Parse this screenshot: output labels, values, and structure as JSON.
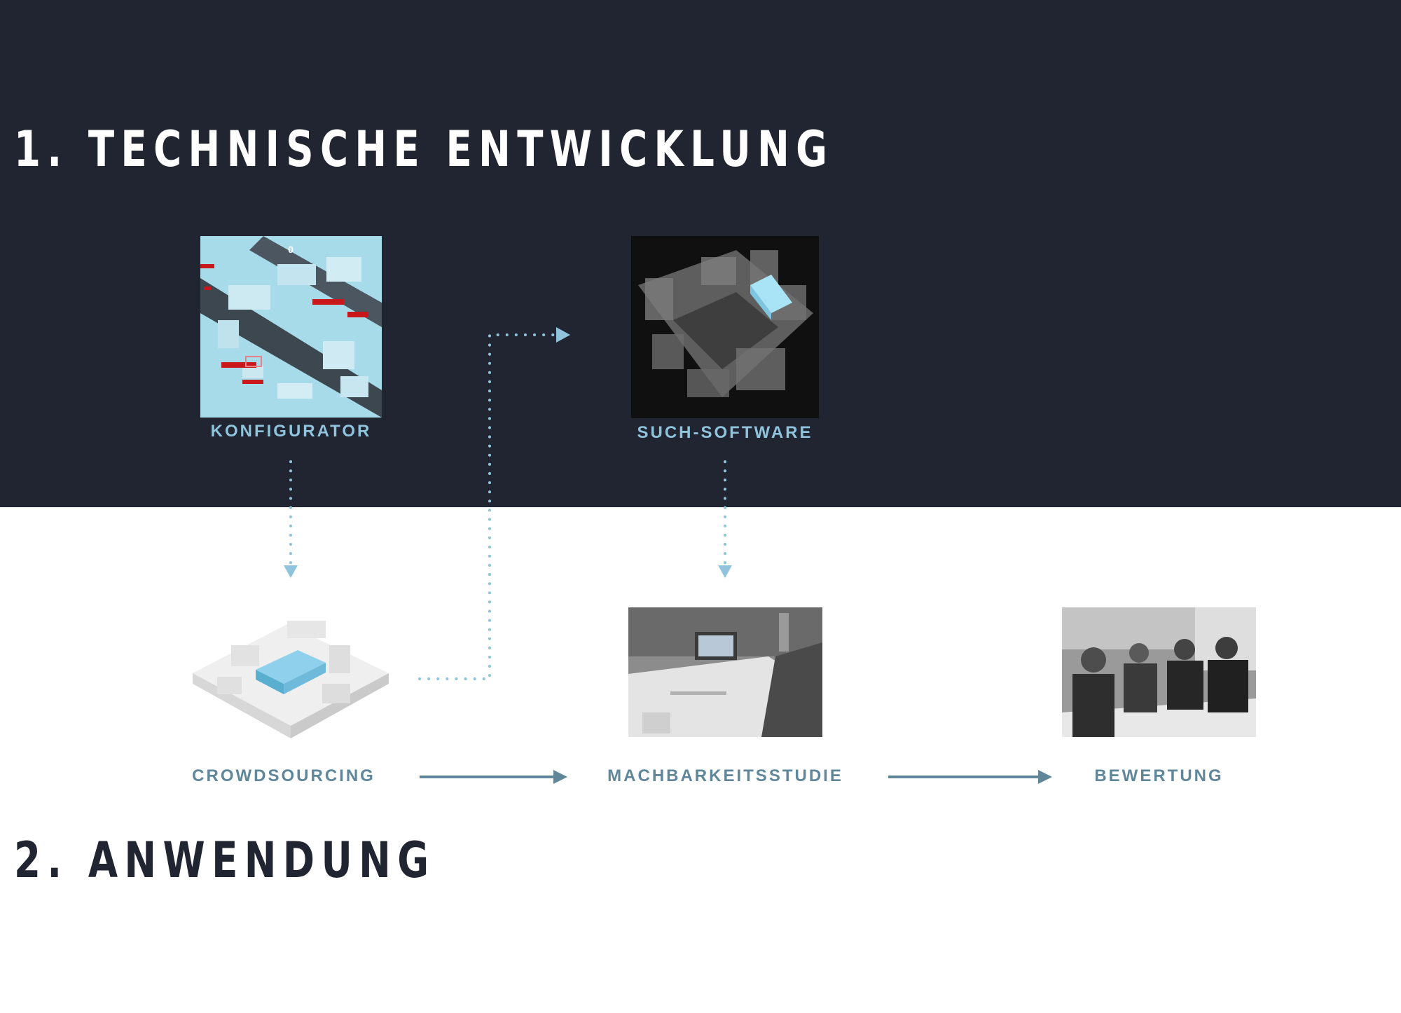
{
  "sections": {
    "technical": {
      "heading": "1. TECHNISCHE ENTWICKLUNG"
    },
    "application": {
      "heading": "2. ANWENDUNG"
    }
  },
  "nodes": {
    "konfigurator": {
      "label": "KONFIGURATOR",
      "counter": "0"
    },
    "such_software": {
      "label": "SUCH-SOFTWARE"
    },
    "crowdsourcing": {
      "label": "CROWDSOURCING"
    },
    "machbarkeitsstudie": {
      "label": "MACHBARKEITSSTUDIE"
    },
    "bewertung": {
      "label": "BEWERTUNG"
    }
  },
  "connections": [
    {
      "from": "konfigurator",
      "to": "crowdsourcing",
      "style": "dotted"
    },
    {
      "from": "crowdsourcing",
      "to": "such_software",
      "style": "dotted"
    },
    {
      "from": "such_software",
      "to": "machbarkeitsstudie",
      "style": "dotted"
    },
    {
      "from": "crowdsourcing",
      "to": "machbarkeitsstudie",
      "style": "solid"
    },
    {
      "from": "machbarkeitsstudie",
      "to": "bewertung",
      "style": "solid"
    }
  ],
  "colors": {
    "dark_background": "#212431",
    "light_accent": "#8fc4dc",
    "steel_accent": "#5f8799",
    "highlight_blue": "#6fb9da"
  }
}
